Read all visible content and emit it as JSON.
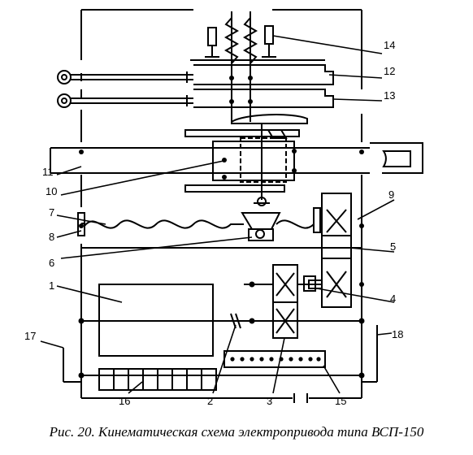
{
  "caption": "Рис. 20. Кинематическая схема электропривода типа ВСП-150",
  "labels": {
    "l1": "1",
    "l2": "2",
    "l3": "3",
    "l4": "4",
    "l5": "5",
    "l6": "6",
    "l7": "7",
    "l8": "8",
    "l9": "9",
    "l10": "10",
    "l11": "11",
    "l12": "12",
    "l13": "13",
    "l14": "14",
    "l15": "15",
    "l16": "16",
    "l17": "17",
    "l18": "18"
  }
}
